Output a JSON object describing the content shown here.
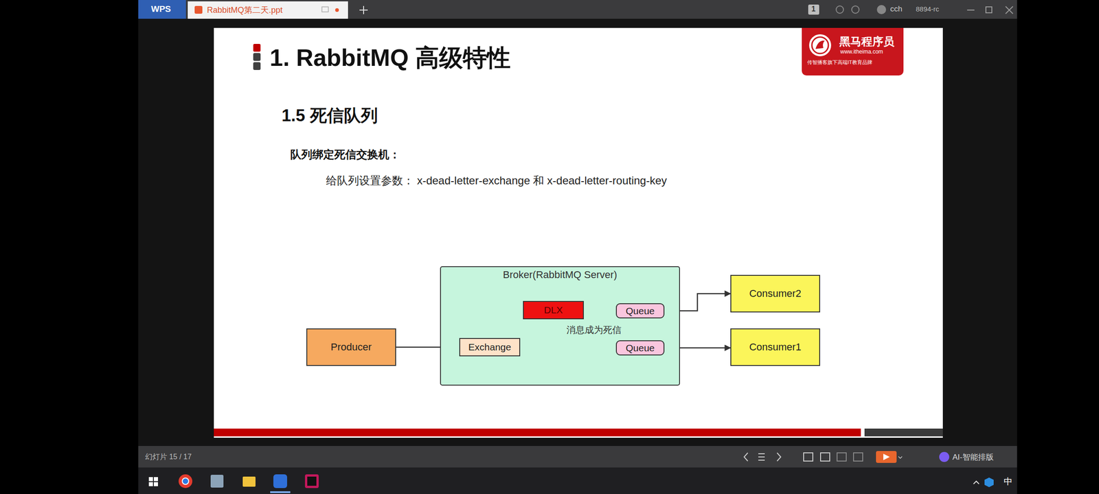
{
  "diagram": {
    "title": "1. RabbitMQ 高级特性",
    "nodes": [
      {
        "text": [
          "黑马程序员",
          "www.itheima.com",
          "传智播客旗下高端IT教育品牌"
        ]
      },
      {
        "text": [
          "Broker(RabbitMQ Server)"
        ]
      },
      {
        "text": [
          "DLX"
        ],
        "in": 1
      },
      {
        "text": [
          "Queue"
        ],
        "in": 1
      },
      {
        "text": [
          "Exchange"
        ],
        "in": 1
      },
      {
        "text": [
          "Queue"
        ],
        "in": 1
      },
      {
        "text": [
          "Producer"
        ]
      },
      {
        "text": [
          "Consumer2"
        ]
      },
      {
        "text": [
          "Consumer1"
        ]
      }
    ],
    "edges": [
      {
        "from": 6,
        "to": 4,
        "arrow": "to"
      },
      {
        "from": 4,
        "to": 5,
        "arrow": "to"
      },
      {
        "from": 5,
        "to": 2,
        "label": "消息成为死信",
        "arrow": "to"
      },
      {
        "from": 2,
        "to": 3,
        "arrow": "to"
      },
      {
        "from": 3,
        "to": 7,
        "arrow": "to"
      },
      {
        "from": 5,
        "to": 8,
        "arrow": "to"
      }
    ],
    "labels": [
      "WPS",
      "RabbitMQ第二天.ppt",
      "1",
      "cch",
      "8894-rc",
      "1.5 死信队列",
      "队列绑定死信交换机：",
      "给队列设置参数： x-dead-letter-exchange 和 x-dead-letter-routing-key",
      "幻灯片 15 / 17",
      "AI-智能排版",
      "中"
    ]
  }
}
